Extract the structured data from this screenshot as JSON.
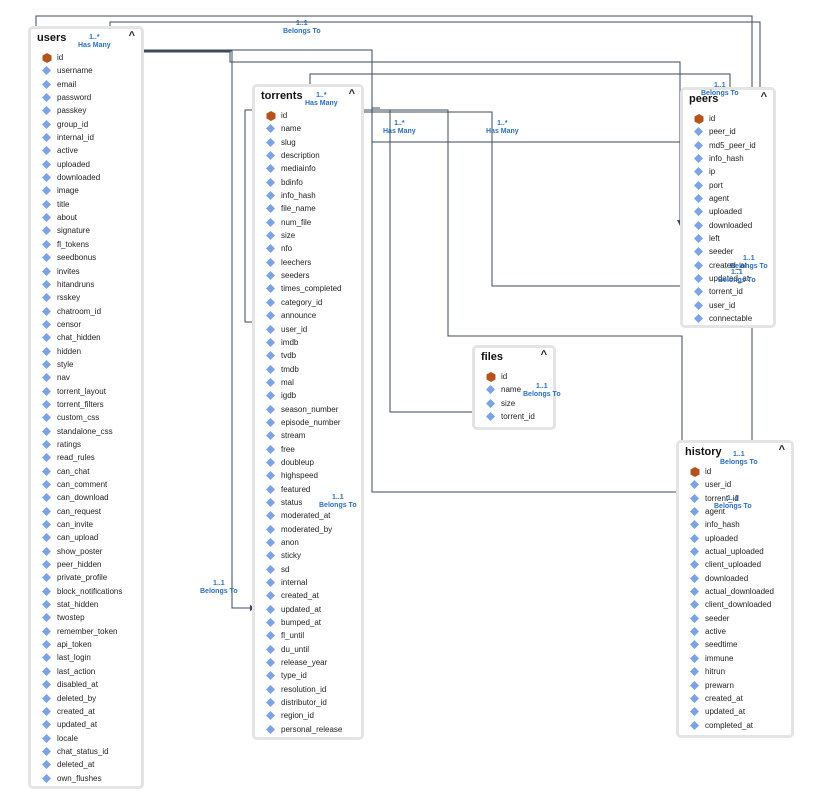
{
  "colors": {
    "edge": "#3c4a5c",
    "key_diamond": "#7aa3e8",
    "primary_key": "#b5531f",
    "relation_label": "#2a6ebd"
  },
  "tables": {
    "users": {
      "title": "users",
      "fields": [
        "id",
        "username",
        "email",
        "password",
        "passkey",
        "group_id",
        "internal_id",
        "active",
        "uploaded",
        "downloaded",
        "image",
        "title",
        "about",
        "signature",
        "fl_tokens",
        "seedbonus",
        "invites",
        "hitandruns",
        "rsskey",
        "chatroom_id",
        "censor",
        "chat_hidden",
        "hidden",
        "style",
        "nav",
        "torrent_layout",
        "torrent_filters",
        "custom_css",
        "standalone_css",
        "ratings",
        "read_rules",
        "can_chat",
        "can_comment",
        "can_download",
        "can_request",
        "can_invite",
        "can_upload",
        "show_poster",
        "peer_hidden",
        "private_profile",
        "block_notifications",
        "stat_hidden",
        "twostep",
        "remember_token",
        "api_token",
        "last_login",
        "last_action",
        "disabled_at",
        "deleted_by",
        "created_at",
        "updated_at",
        "locale",
        "chat_status_id",
        "deleted_at",
        "own_flushes"
      ]
    },
    "torrents": {
      "title": "torrents",
      "fields": [
        "id",
        "name",
        "slug",
        "description",
        "mediainfo",
        "bdinfo",
        "info_hash",
        "file_name",
        "num_file",
        "size",
        "nfo",
        "leechers",
        "seeders",
        "times_completed",
        "category_id",
        "announce",
        "user_id",
        "imdb",
        "tvdb",
        "tmdb",
        "mal",
        "igdb",
        "season_number",
        "episode_number",
        "stream",
        "free",
        "doubleup",
        "highspeed",
        "featured",
        "status",
        "moderated_at",
        "moderated_by",
        "anon",
        "sticky",
        "sd",
        "internal",
        "created_at",
        "updated_at",
        "bumped_at",
        "fl_until",
        "du_until",
        "release_year",
        "type_id",
        "resolution_id",
        "distributor_id",
        "region_id",
        "personal_release"
      ]
    },
    "peers": {
      "title": "peers",
      "fields": [
        "id",
        "peer_id",
        "md5_peer_id",
        "info_hash",
        "ip",
        "port",
        "agent",
        "uploaded",
        "downloaded",
        "left",
        "seeder",
        "created_at",
        "updated_at",
        "torrent_id",
        "user_id",
        "connectable"
      ]
    },
    "files": {
      "title": "files",
      "fields": [
        "id",
        "name",
        "size",
        "torrent_id"
      ]
    },
    "history": {
      "title": "history",
      "fields": [
        "id",
        "user_id",
        "torrent_id",
        "agent",
        "info_hash",
        "uploaded",
        "actual_uploaded",
        "client_uploaded",
        "downloaded",
        "actual_downloaded",
        "client_downloaded",
        "seeder",
        "active",
        "seedtime",
        "immune",
        "hitrun",
        "prewarn",
        "created_at",
        "updated_at",
        "completed_at"
      ]
    }
  },
  "relations": [
    {
      "cardinality": "1..*",
      "label": "Has Many"
    },
    {
      "cardinality": "1..1",
      "label": "Belongs To"
    },
    {
      "cardinality": "1..*",
      "label": "Has Many"
    },
    {
      "cardinality": "1..*",
      "label": "Has Many"
    },
    {
      "cardinality": "1..*",
      "label": "Has Many"
    },
    {
      "cardinality": "1..1",
      "label": "Belongs To"
    },
    {
      "cardinality": "1..1",
      "label": "Belongs To"
    },
    {
      "cardinality": "1..1",
      "label": "Belongs To"
    },
    {
      "cardinality": "1..1",
      "label": "Belongs To"
    },
    {
      "cardinality": "1..1",
      "label": "Belongs To"
    },
    {
      "cardinality": "1..1",
      "label": "Belongs To"
    },
    {
      "cardinality": "1..1",
      "label": "Belongs To"
    },
    {
      "cardinality": "1..1",
      "label": "Belongs To"
    }
  ],
  "collapse_glyph": "^"
}
